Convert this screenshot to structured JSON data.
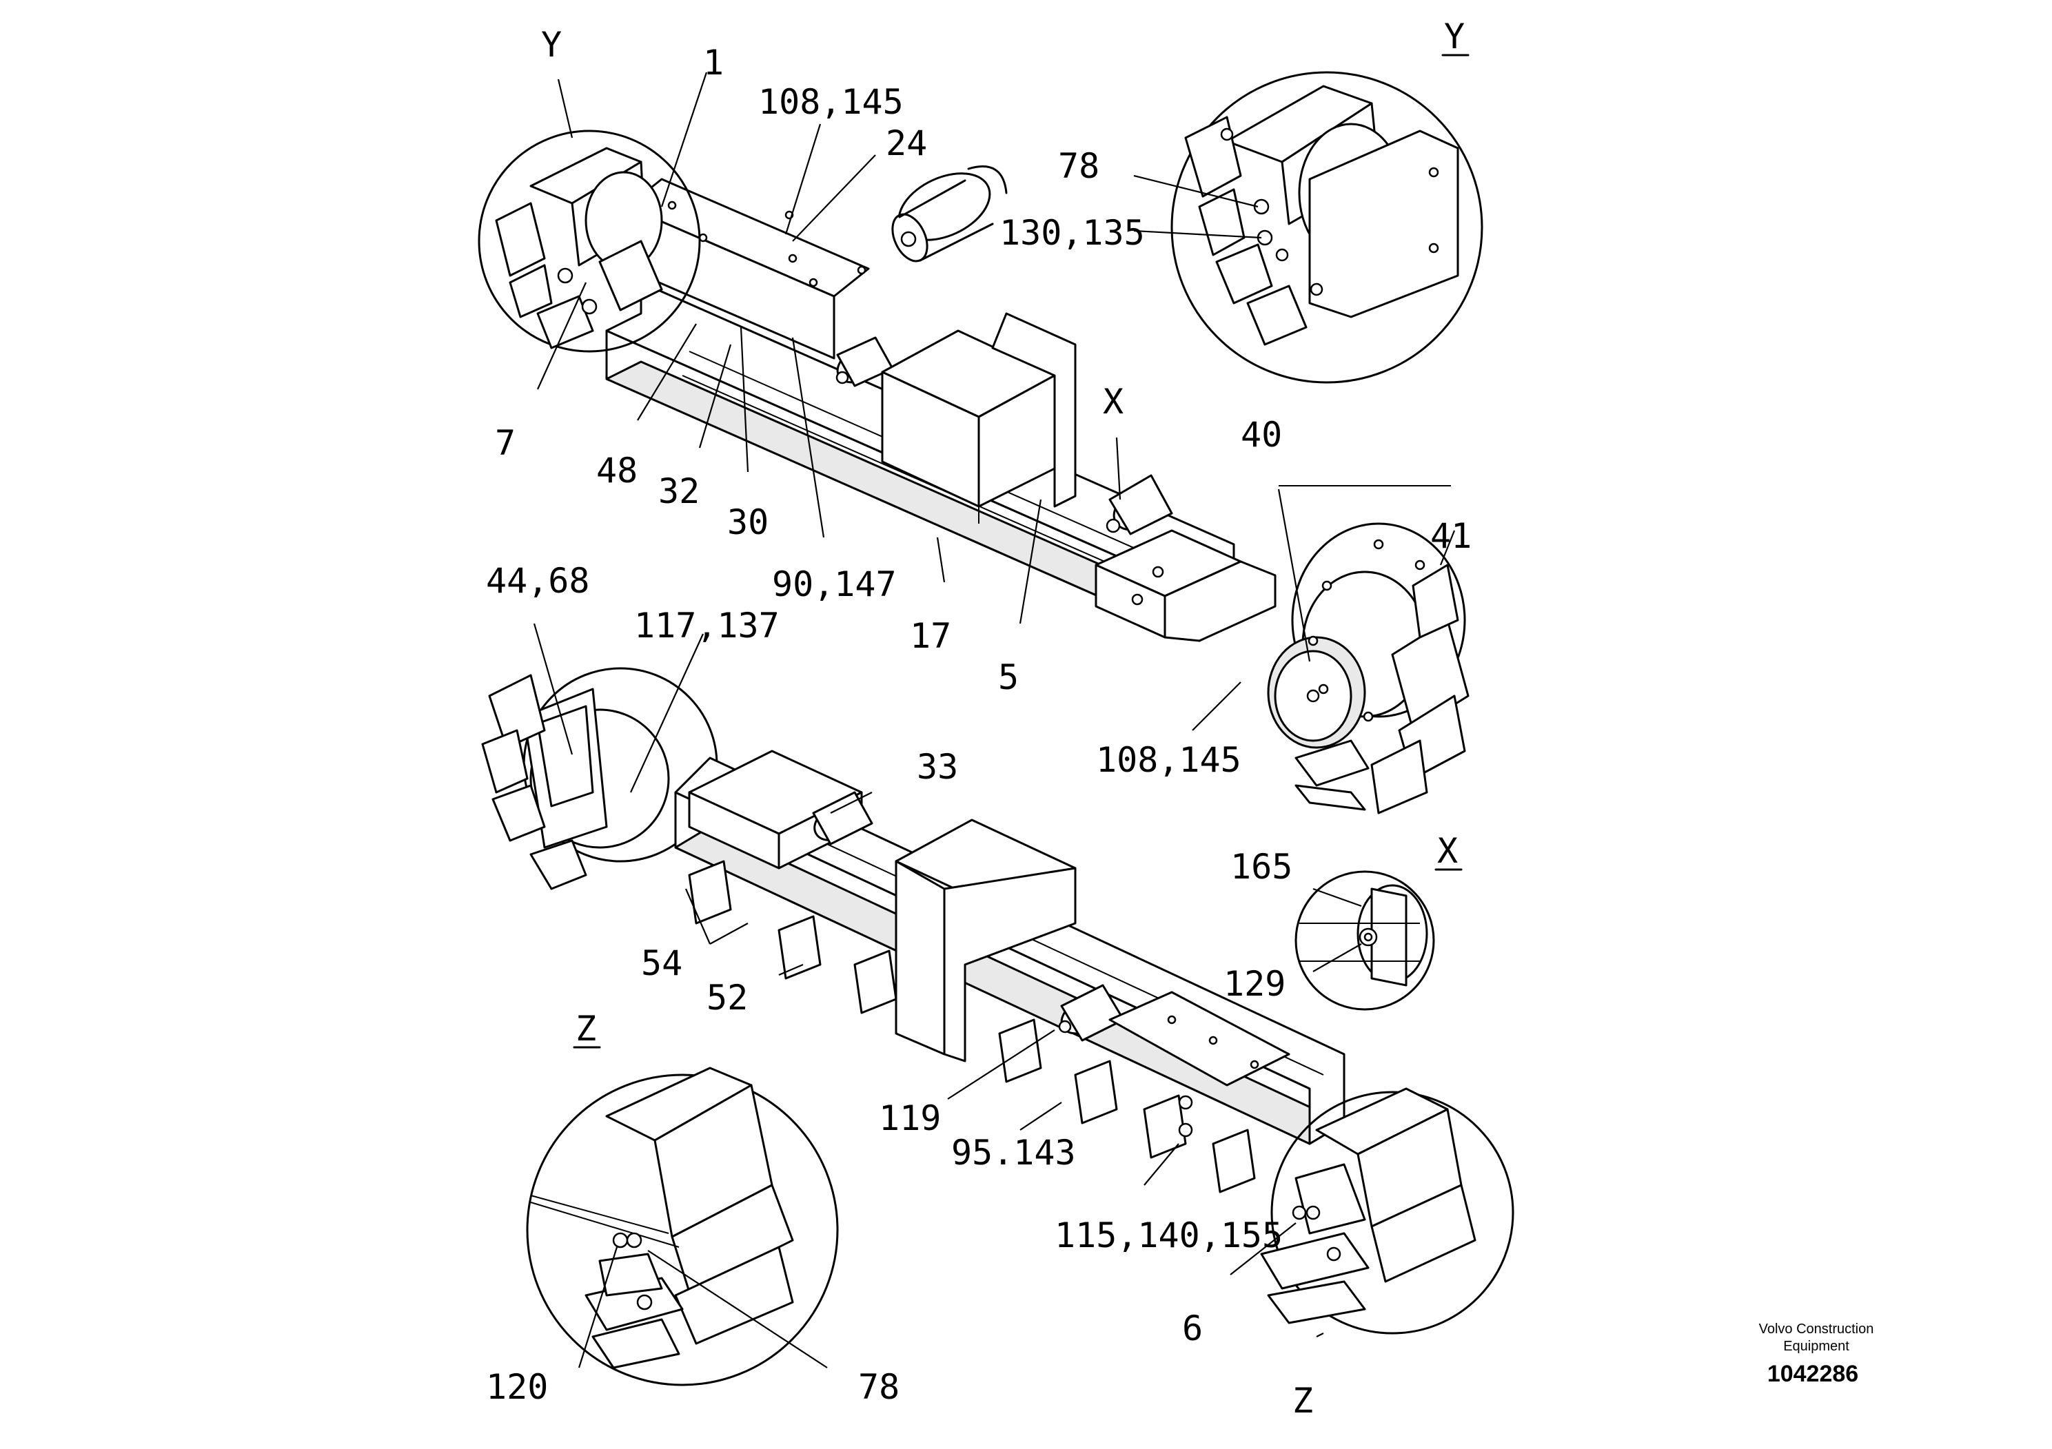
{
  "callouts": {
    "y_left": "Y",
    "c1": "1",
    "c108_145_top": "108,145",
    "c24": "24",
    "y_right": "Y",
    "c78_top": "78",
    "c130_135": "130,135",
    "c7": "7",
    "c48": "48",
    "c32": "32",
    "c30": "30",
    "c90_147": "90,147",
    "x_top": "X",
    "c40": "40",
    "c41": "41",
    "c44_68": "44,68",
    "c117_137": "117,137",
    "c17": "17",
    "c5": "5",
    "c108_145_mid": "108,145",
    "c33": "33",
    "c165": "165",
    "x_detail": "X",
    "c129": "129",
    "c54": "54",
    "c52": "52",
    "z_detail": "Z",
    "c119": "119",
    "c95_143": "95.143",
    "c115_140_155": "115,140,155",
    "c6": "6",
    "z_right": "Z",
    "c120": "120",
    "c78_bottom": "78"
  },
  "vendor": {
    "line1": "Volvo Construction",
    "line2": "Equipment",
    "number": "1042286"
  }
}
